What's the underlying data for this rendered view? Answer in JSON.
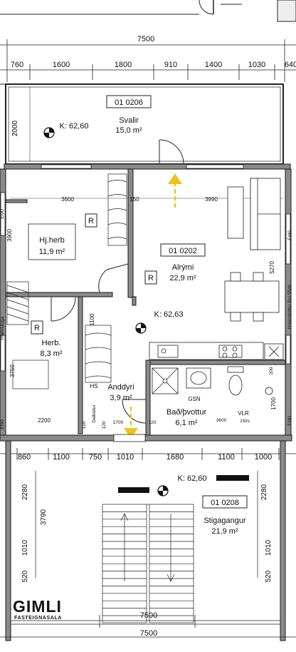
{
  "dims": {
    "top_total": "7500",
    "top_segments": [
      "760",
      "1600",
      "1800",
      "910",
      "1400",
      "1030",
      "640"
    ],
    "svalir_depth": "2000",
    "hjherb_width": "3600",
    "hjherb_depth": "3900",
    "alrymi_offset": "150",
    "alrymi_width": "3990",
    "alrymi_side": "5270",
    "herb_depth": "3750",
    "herb_width": "2200",
    "wall_1100": "1100",
    "bath_200": "200",
    "bath_1700": "1700",
    "anddyri_1700": "1700",
    "wall_120_a": "120",
    "wall_120_b": "120",
    "wall_120_c": "120",
    "bath_3600": "3600",
    "mid_segments": [
      "860",
      "1100",
      "750",
      "1010",
      "1680",
      "1100",
      "1000"
    ],
    "stair_left_a": "2280",
    "stair_left_b": "3790",
    "stair_left_c": "1010",
    "stair_left_d": "520",
    "stair_right_a": "2280",
    "stair_right_b": "1010",
    "stair_right_c": "520",
    "bottom_total_a": "7500",
    "bottom_total_b": "7500"
  },
  "rooms": {
    "svalir": {
      "id": "01 0206",
      "name": "Svalir",
      "area": "15,0 m²",
      "level": "K: 62,60"
    },
    "alrymi": {
      "id": "01 0202",
      "name": "Alrými",
      "area": "22,9 m²",
      "level": "K: 62,63"
    },
    "hjherb": {
      "name": "Hj.herb",
      "area": "11,9 m²"
    },
    "herb": {
      "name": "Herb.",
      "area": "8,3 m²"
    },
    "anddyri": {
      "name": "Anddyri",
      "area": "3,9 m²"
    },
    "bad": {
      "name": "Bað/þvottur",
      "area": "6,1 m²"
    },
    "stigagangur": {
      "id": "01 0208",
      "name": "Stigagangur",
      "area": "21,9 m²",
      "level": "K: 62,60"
    }
  },
  "marks": {
    "r1": "R",
    "r2": "R",
    "r3": "R",
    "hs": "HS",
    "dalk": "Dalkistur",
    "gsn": "GSN",
    "vlr": "VLR",
    "vlr_sub": "15l/s",
    "e190_a": "EI90",
    "e190_b": "EI90",
    "e190_c": "EI90",
    "e190_d": "EI90",
    "vent_left": "Hreinsilúga",
    "vent_right": "Hreinsiloftur Rw 55db"
  },
  "brand": {
    "name": "GIMLI",
    "tagline": "FASTEIGNASALA",
    "color": "#e3161b"
  },
  "colors": {
    "arrow": "#f2c21b",
    "wall": "#1a1a1a",
    "wall_fill": "#8a8a8a"
  }
}
